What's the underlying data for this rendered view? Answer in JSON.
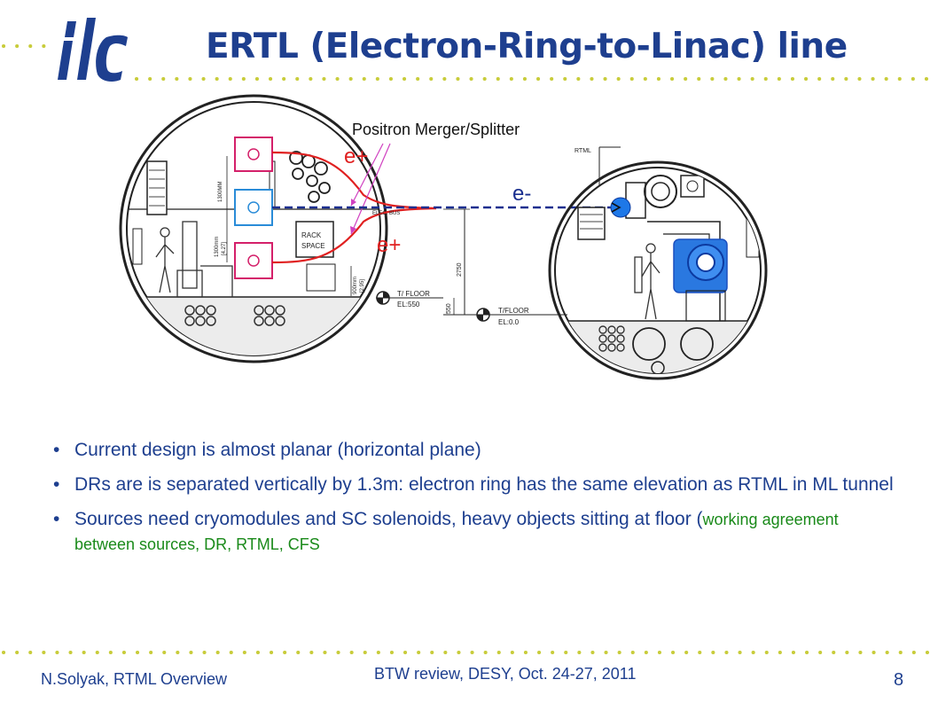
{
  "slide": {
    "title": "ERTL (Electron-Ring-to-Linac) line",
    "logo_text": "ilc",
    "accent_color": "#1e3f8f",
    "dot_color": "#c8cc3a"
  },
  "diagram": {
    "annotation": "Positron Merger/Splitter",
    "label_e_plus_top": "e+",
    "label_e_plus_bottom": "e+",
    "label_e_minus": "e-",
    "label_rtml": "RTML",
    "label_elec_bus": "ELEC. BUS",
    "label_rack": "RACK",
    "label_space": "SPACE",
    "label_t_floor_left": "T/ FLOOR",
    "label_el_left": "EL:550",
    "label_t_floor_right": "T/FLOOR",
    "label_el_right": "EL:0.0",
    "dim_1300mm_top": "1300MM",
    "dim_1300mm_mid": "1300mm",
    "dim_427_mid": "[4.27]",
    "dim_900mm": "900mm",
    "dim_295": "[2.95]",
    "dim_2750": "2750",
    "dim_550": "550"
  },
  "bullets": {
    "b1": "Current design is almost planar (horizontal plane)",
    "b2": "DRs are is separated vertically by 1.3m: electron ring has the same elevation as RTML in ML tunnel",
    "b3_main": "Sources need cryomodules and SC solenoids, heavy objects sitting at floor (",
    "b3_green": "working agreement between sources, DR, RTML, CFS"
  },
  "footer": {
    "author": "N.Solyak, RTML Overview",
    "event": "BTW review, DESY, Oct. 24-27, 2011",
    "page": "8"
  }
}
